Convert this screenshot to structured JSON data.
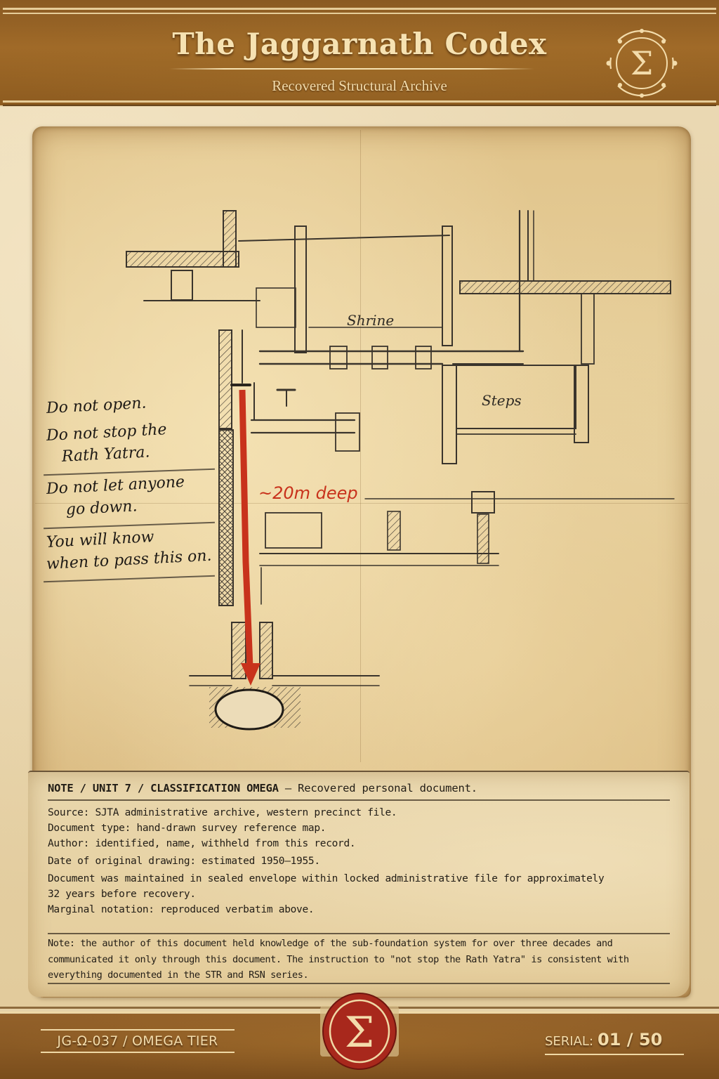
{
  "header": {
    "title": "The Jaggarnath Codex",
    "subtitle": "Recovered Structural Archive",
    "emblem_glyph": "Σ",
    "emblem_icon": "sigma-emblem-icon"
  },
  "drawing": {
    "room_labels": {
      "shrine": "Shrine",
      "steps": "Steps"
    },
    "depth_annotation": "~20m deep",
    "shaft_arrow_color": "#c8321c",
    "chamber": "oval-chamber"
  },
  "margin_notes": {
    "lines": [
      "Do not open.",
      "Do not stop the",
      "Rath Yatra.",
      "Do not let anyone",
      "go down.",
      "You will know",
      "when to pass this on."
    ]
  },
  "record": {
    "heading_bold": "NOTE / UNIT 7 / CLASSIFICATION OMEGA",
    "heading_rest": "— Recovered personal document.",
    "fields": [
      "Source: SJTA administrative archive, western precinct file.",
      "Document type: hand-drawn survey reference map.",
      "Author: identified, name, withheld from this record.",
      "Date of original drawing: estimated 1950–1955.",
      "Document was maintained in sealed envelope within locked administrative file for approximately",
      "32 years before recovery.",
      "Marginal notation: reproduced verbatim above."
    ],
    "note": "Note: the author of this document held knowledge of the sub-foundation system for over three decades and communicated it only through this document. The instruction to \"not stop the Rath Yatra\" is consistent with everything documented in the STR and RSN series."
  },
  "footer": {
    "code": "JG-Ω-037 / OMEGA TIER",
    "serial_label": "SERIAL:",
    "serial_value": "01 / 50",
    "seal_glyph": "Σ",
    "seal_color": "#a8281c"
  },
  "colors": {
    "header_band": "#9a6526",
    "paper": "#e3c993",
    "ink": "#2e2a24",
    "red_annotation": "#c8321c",
    "cream_text": "#f3dcab"
  }
}
